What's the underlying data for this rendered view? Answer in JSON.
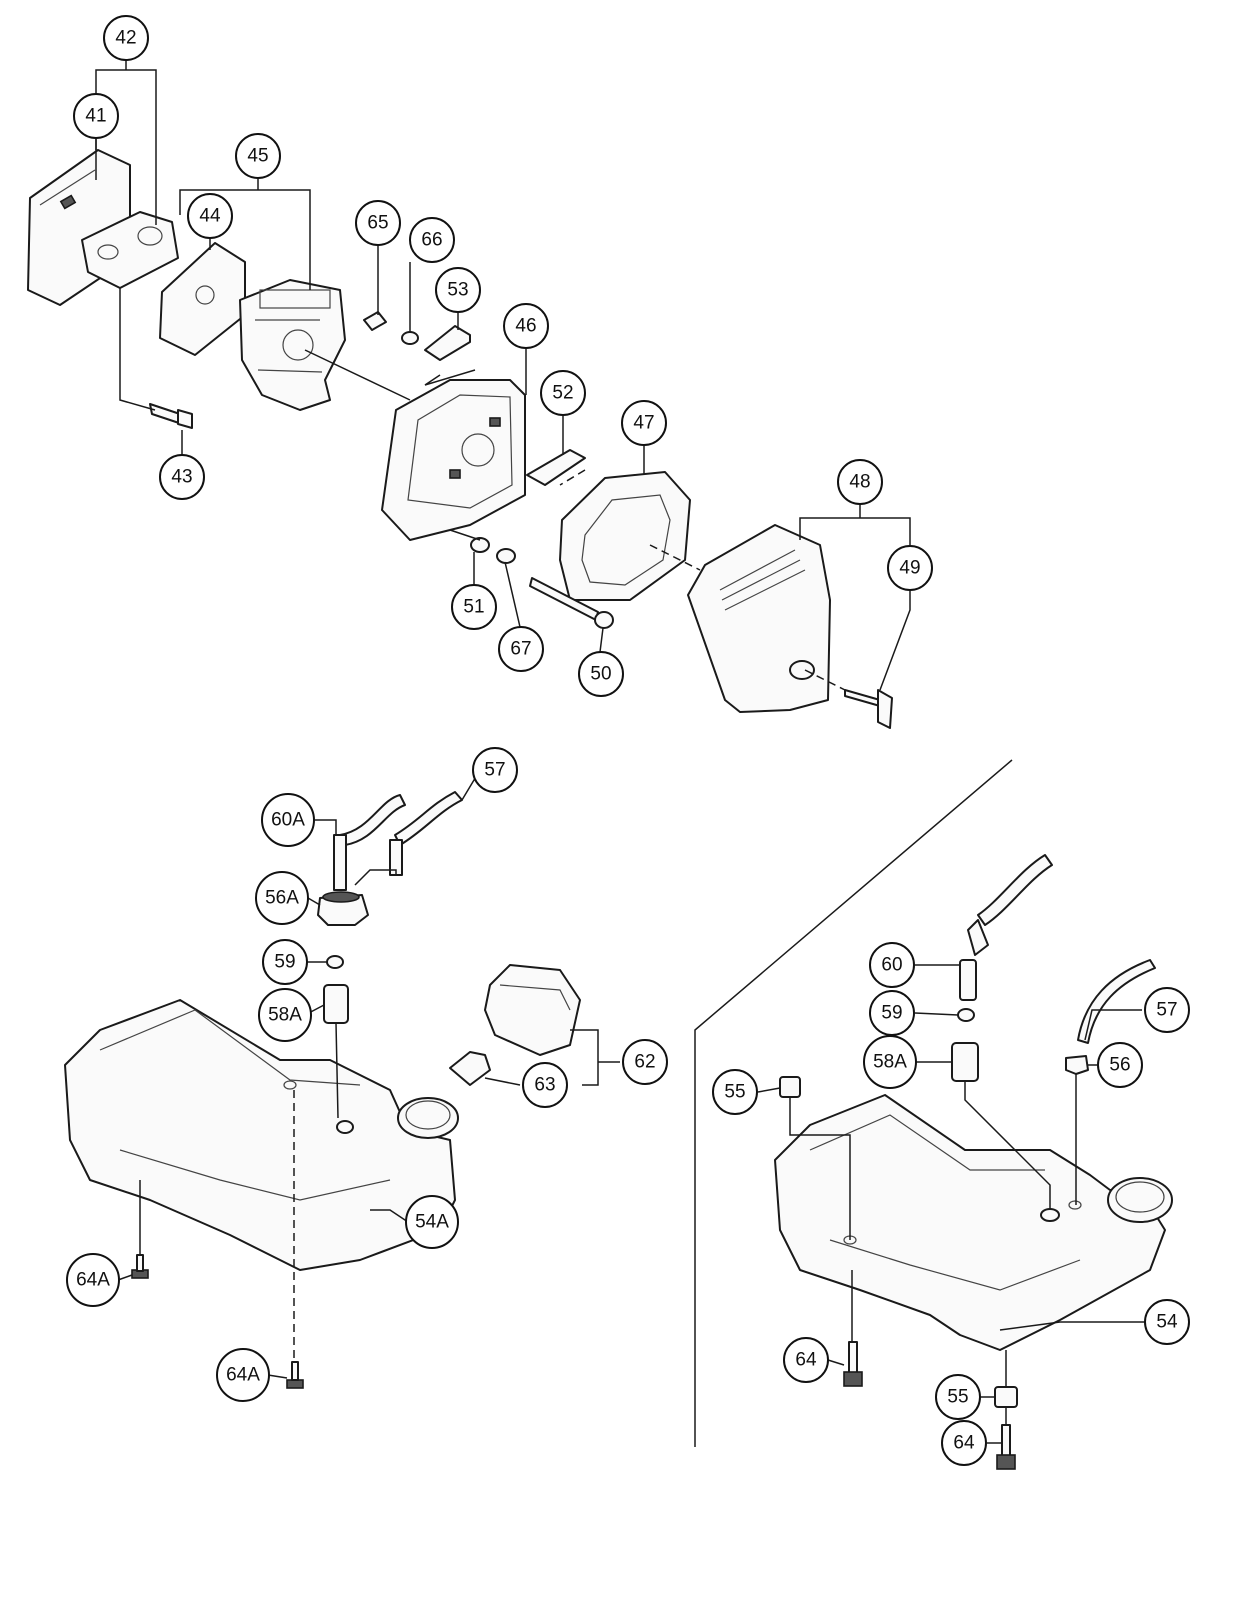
{
  "callouts": {
    "c42": "42",
    "c41": "41",
    "c45": "45",
    "c44": "44",
    "c65": "65",
    "c66": "66",
    "c53": "53",
    "c46": "46",
    "c52": "52",
    "c47": "47",
    "c48": "48",
    "c49": "49",
    "c43": "43",
    "c51": "51",
    "c67": "67",
    "c50": "50",
    "c57a": "57",
    "c60A": "60A",
    "c56A": "56A",
    "c59a": "59",
    "c58Aa": "58A",
    "c62": "62",
    "c63": "63",
    "c54A": "54A",
    "c64Aa": "64A",
    "c64Ab": "64A",
    "c60": "60",
    "c59b": "59",
    "c58Ab": "58A",
    "c57b": "57",
    "c55a": "55",
    "c56": "56",
    "c54": "54",
    "c64a": "64",
    "c55b": "55",
    "c64b": "64"
  },
  "colors": {
    "line": "#1a1a1a",
    "background": "#ffffff"
  }
}
